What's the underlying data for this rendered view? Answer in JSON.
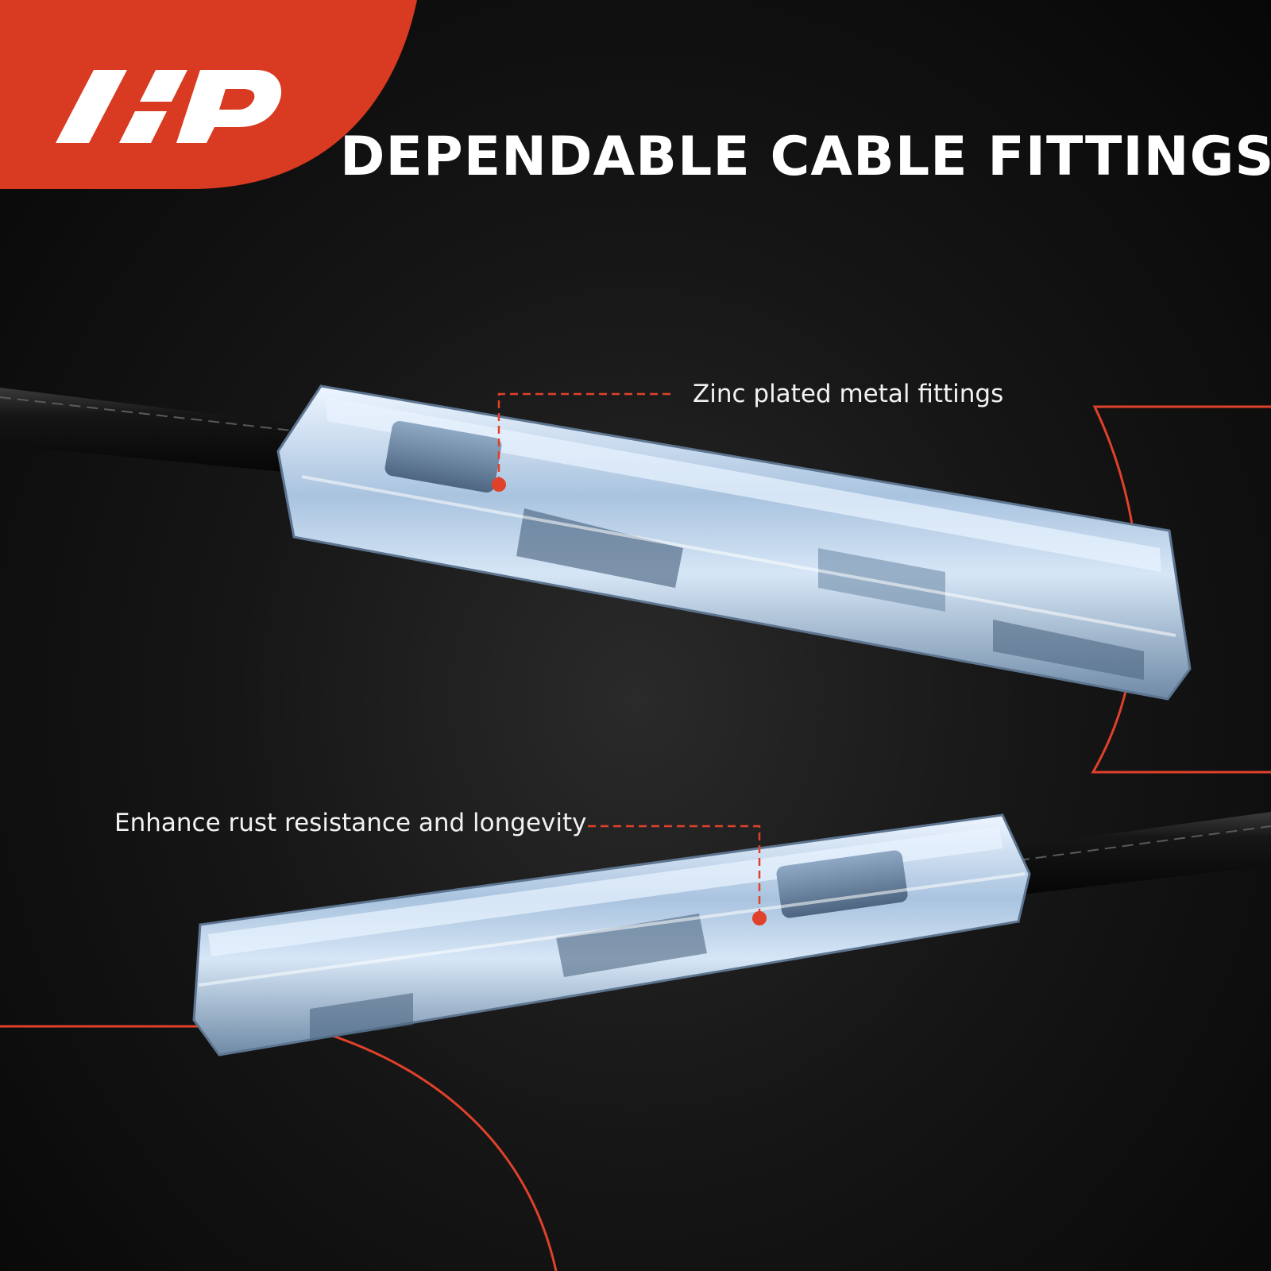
{
  "brand": {
    "logo_text": "A1P",
    "logo_color": "#d83a22",
    "accent_color": "#e0412a"
  },
  "headline": "DEPENDABLE CABLE FITTINGS",
  "callouts": [
    {
      "text": "Zinc plated metal fittings"
    },
    {
      "text": "Enhance rust resistance and longevity"
    }
  ],
  "product": {
    "items": [
      "cable-fitting",
      "cable-fitting"
    ],
    "finish_color": "#b9cfe6",
    "cable_color": "#141414"
  }
}
